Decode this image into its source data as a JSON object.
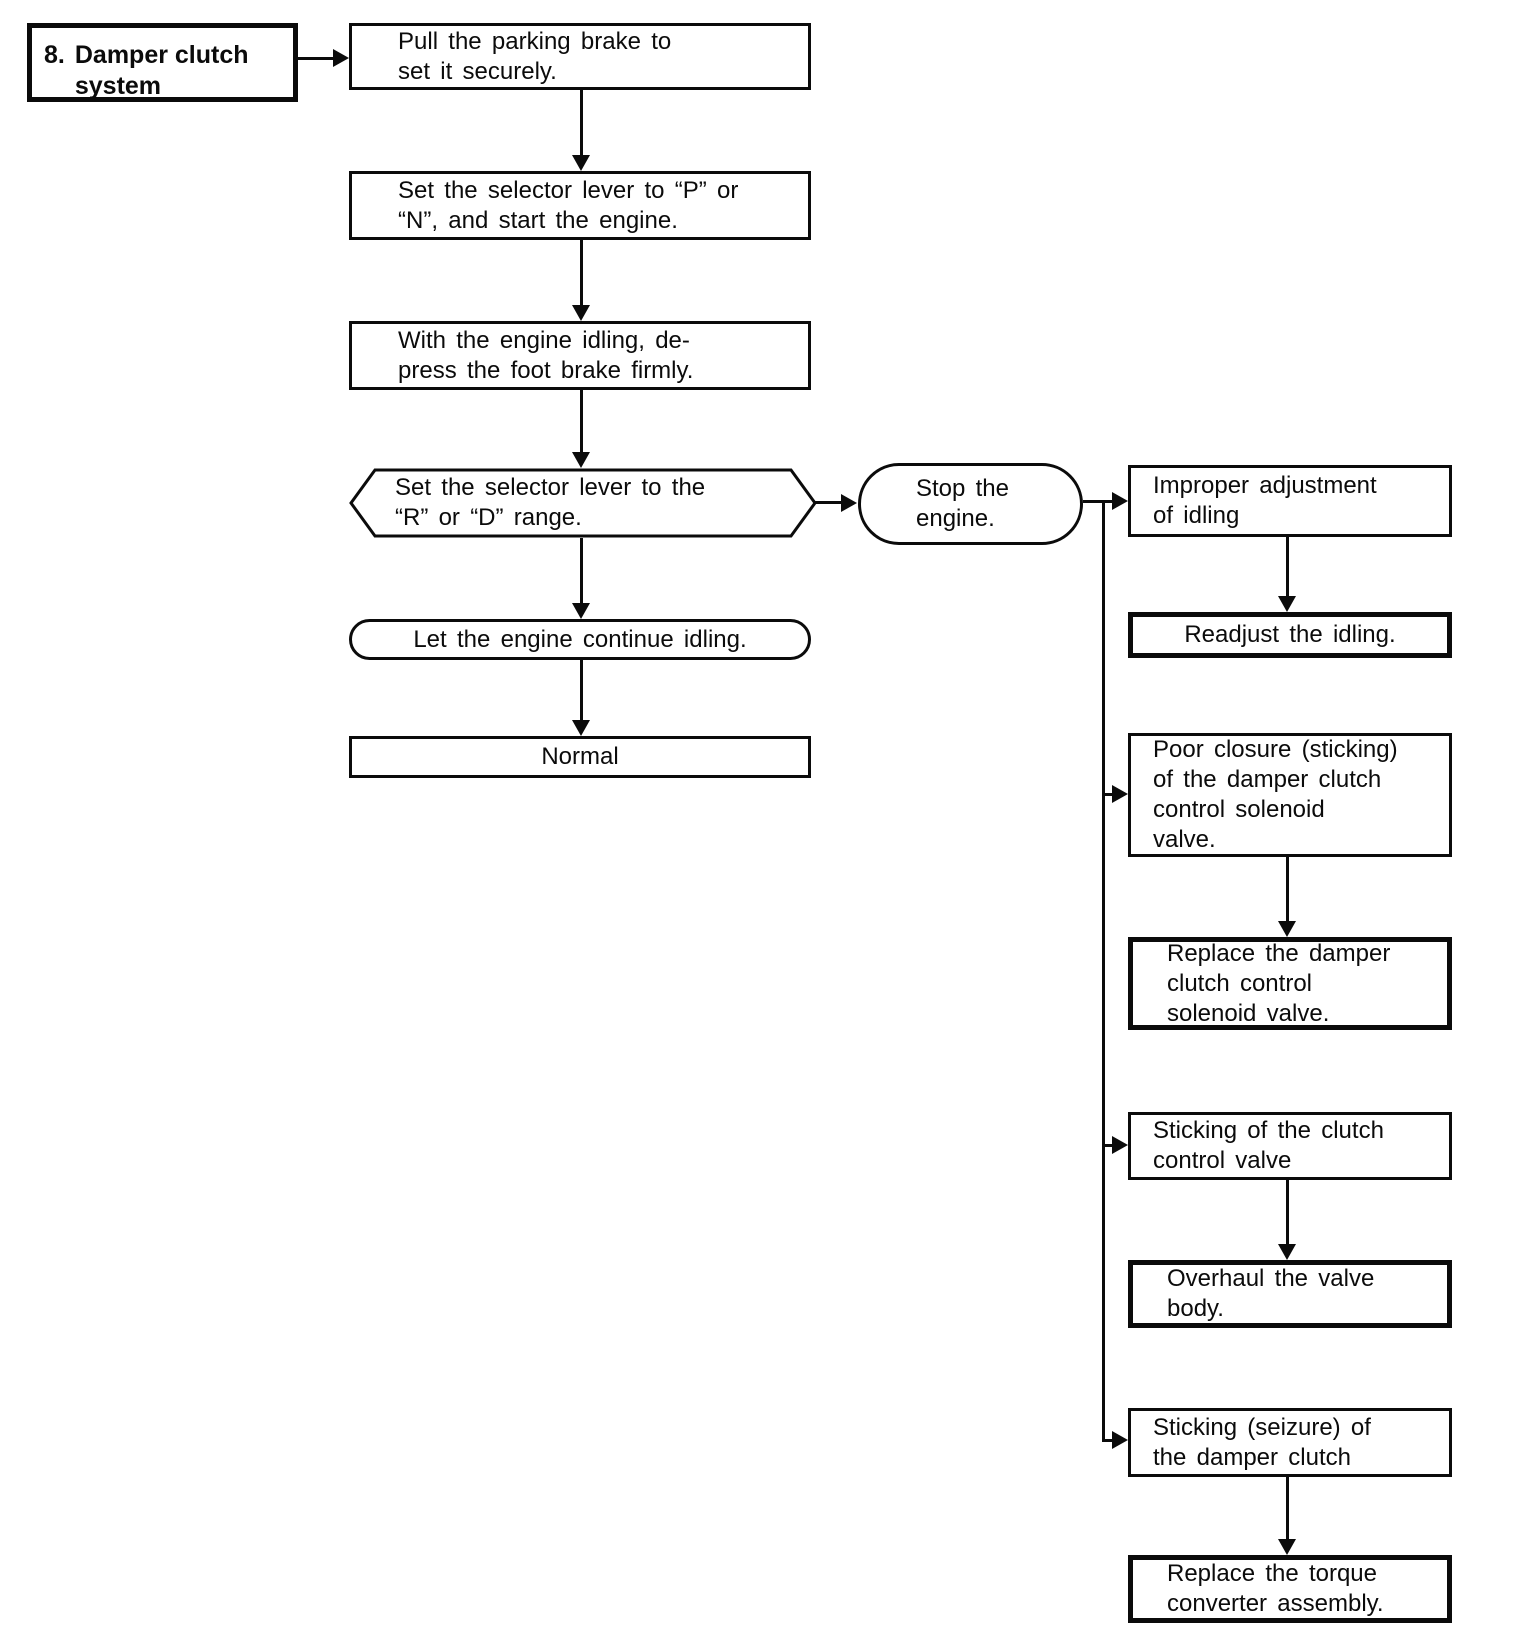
{
  "page": {
    "background_color": "#ffffff",
    "ink_color": "#0b0b0b"
  },
  "flow": {
    "title": {
      "number": "8.",
      "label": "Damper clutch system"
    },
    "steps": {
      "pull_brake": {
        "lines": [
          "Pull the parking brake to",
          "set it securely."
        ]
      },
      "selector_pn": {
        "lines": [
          "Set the selector lever to “P” or",
          "“N”, and start the engine."
        ]
      },
      "foot_brake": {
        "lines": [
          "With the engine idling, de-",
          "press the foot brake firmly."
        ]
      },
      "selector_rd": {
        "lines": [
          "Set the selector lever to the",
          "“R” or “D” range."
        ]
      },
      "continue_idling": {
        "lines": [
          "Let the engine continue idling."
        ]
      },
      "normal": {
        "lines": [
          "Normal"
        ]
      }
    },
    "stop_engine": {
      "lines": [
        "Stop the",
        "engine."
      ]
    },
    "branches": [
      {
        "cause": {
          "lines": [
            "Improper adjustment",
            "of idling"
          ]
        },
        "remedy": {
          "lines": [
            "Readjust the idling."
          ]
        }
      },
      {
        "cause": {
          "lines": [
            "Poor closure (sticking)",
            "of the damper clutch",
            "control solenoid",
            "valve."
          ]
        },
        "remedy": {
          "lines": [
            "Replace the damper",
            "clutch control",
            "solenoid valve."
          ]
        }
      },
      {
        "cause": {
          "lines": [
            "Sticking of the clutch",
            "control valve"
          ]
        },
        "remedy": {
          "lines": [
            "Overhaul the valve",
            "body."
          ]
        }
      },
      {
        "cause": {
          "lines": [
            "Sticking (seizure) of",
            "the damper clutch"
          ]
        },
        "remedy": {
          "lines": [
            "Replace the torque",
            "converter assembly."
          ]
        }
      }
    ]
  }
}
